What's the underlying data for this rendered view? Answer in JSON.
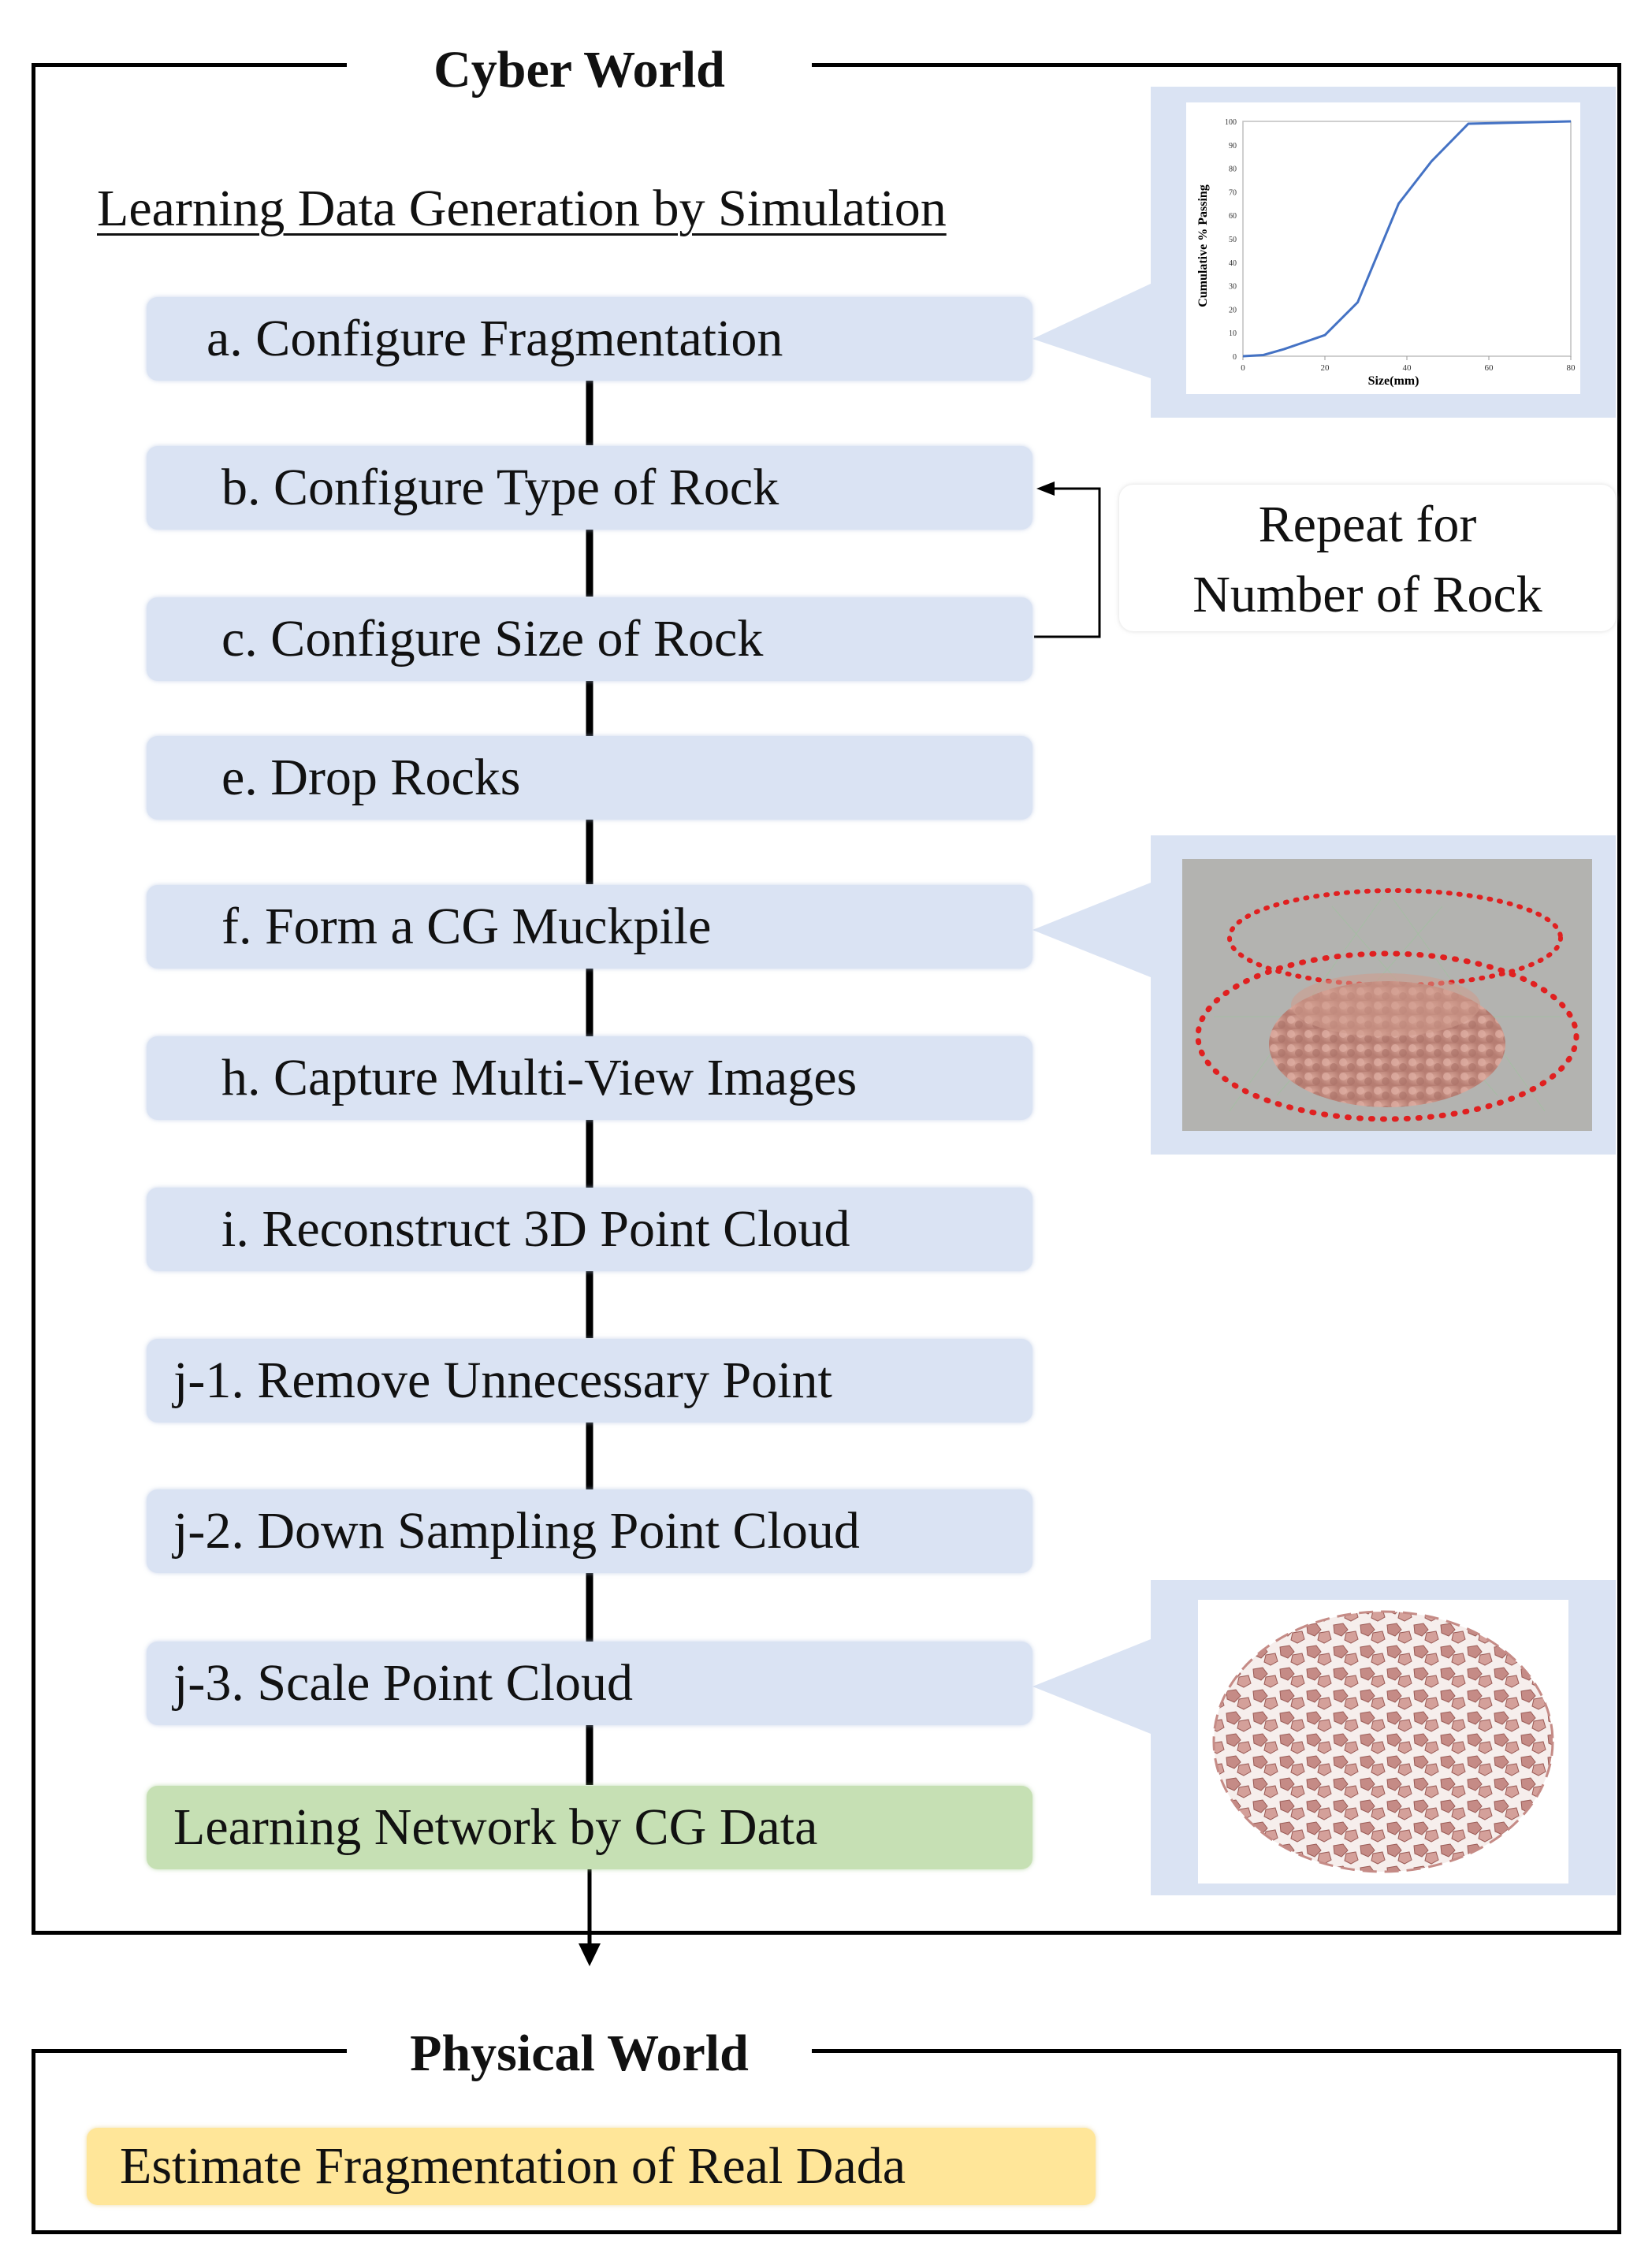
{
  "cyber_world": {
    "title": "Cyber World",
    "subtitle": "Learning Data Generation by Simulation"
  },
  "steps": [
    {
      "label": "a. Configure Fragmentation"
    },
    {
      "label": "b. Configure Type of Rock"
    },
    {
      "label": "c. Configure Size of Rock"
    },
    {
      "label": "e. Drop Rocks"
    },
    {
      "label": "f. Form a CG Muckpile"
    },
    {
      "label": "h. Capture Multi-View Images"
    },
    {
      "label": "i. Reconstruct 3D Point Cloud"
    },
    {
      "label": "j-1. Remove Unnecessary Point"
    },
    {
      "label": "j-2. Down Sampling Point Cloud"
    },
    {
      "label": "j-3. Scale Point Cloud"
    },
    {
      "label": "Learning Network by CG Data"
    }
  ],
  "repeat_note": {
    "line1": "Repeat for",
    "line2": "Number of Rock"
  },
  "physical_world": {
    "title": "Physical World",
    "step": "Estimate Fragmentation of Real Dada"
  },
  "colors": {
    "step_fill": "#dae3f3",
    "learning_fill": "#c6e0b4",
    "estimate_fill": "#ffe699",
    "curve": "#4472c4",
    "ring": "#e02020"
  },
  "chart_data": {
    "type": "line",
    "xlabel": "Size(mm)",
    "ylabel": "Cumulative % Passing",
    "xlim": [
      0,
      80
    ],
    "ylim": [
      0,
      100
    ],
    "xticks": [
      0,
      20,
      40,
      60,
      80
    ],
    "yticks": [
      0,
      10,
      20,
      30,
      40,
      50,
      60,
      70,
      80,
      90,
      100
    ],
    "x": [
      0,
      5,
      10,
      20,
      28,
      38,
      46,
      55,
      80
    ],
    "y": [
      0,
      0.5,
      3,
      9,
      23,
      65,
      83,
      99,
      100
    ],
    "grid": false
  }
}
